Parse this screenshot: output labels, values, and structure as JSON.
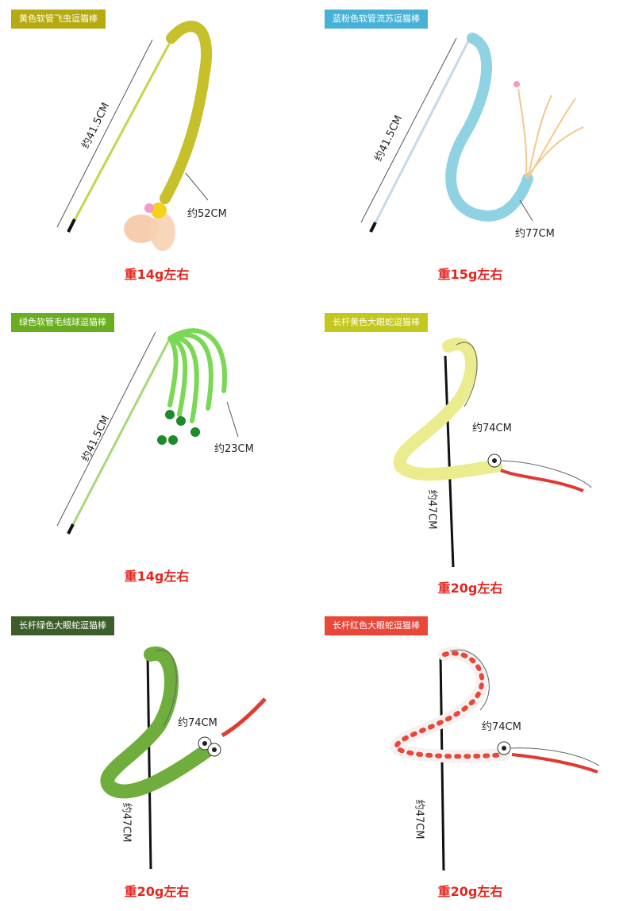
{
  "products": [
    {
      "tag": "黄色软管飞虫逗猫棒",
      "tag_color": "#b5ab10",
      "rod_len": "约41.5CM",
      "toy_len": "约52CM",
      "weight": "重14g左右"
    },
    {
      "tag": "蓝粉色软管流苏逗猫棒",
      "tag_color": "#48b1d6",
      "rod_len": "约41.5CM",
      "toy_len": "约77CM",
      "weight": "重15g左右"
    },
    {
      "tag": "绿色软管毛绒球逗猫棒",
      "tag_color": "#6aae1f",
      "rod_len": "约41.5CM",
      "toy_len": "约23CM",
      "weight": "重14g左右"
    },
    {
      "tag": "长杆黄色大眼蛇逗猫棒",
      "tag_color": "#c2c81d",
      "rod_len": "约47CM",
      "toy_len": "约74CM",
      "weight": "重20g左右"
    },
    {
      "tag": "长杆绿色大眼蛇逗猫棒",
      "tag_color": "#3d5e2a",
      "rod_len": "约47CM",
      "toy_len": "约74CM",
      "weight": "重20g左右"
    },
    {
      "tag": "长杆红色大眼蛇逗猫棒",
      "tag_color": "#e8473a",
      "rod_len": "约47CM",
      "toy_len": "约74CM",
      "weight": "重20g左右"
    }
  ]
}
